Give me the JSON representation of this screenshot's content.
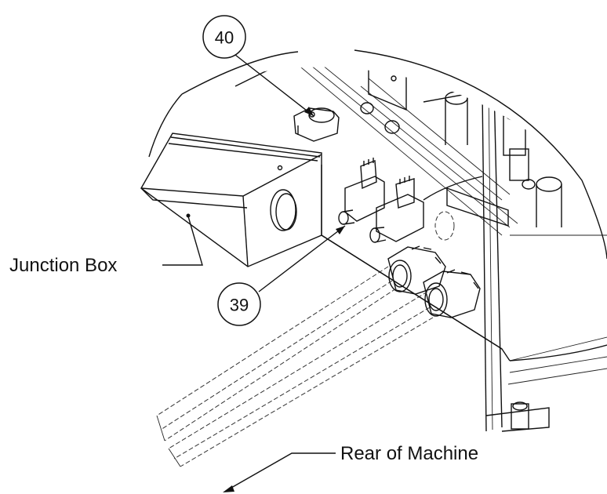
{
  "callouts": [
    {
      "id": "40",
      "label": "40"
    },
    {
      "id": "39",
      "label": "39"
    }
  ],
  "labels": {
    "junction_box": "Junction Box",
    "rear_of_machine": "Rear of Machine"
  }
}
